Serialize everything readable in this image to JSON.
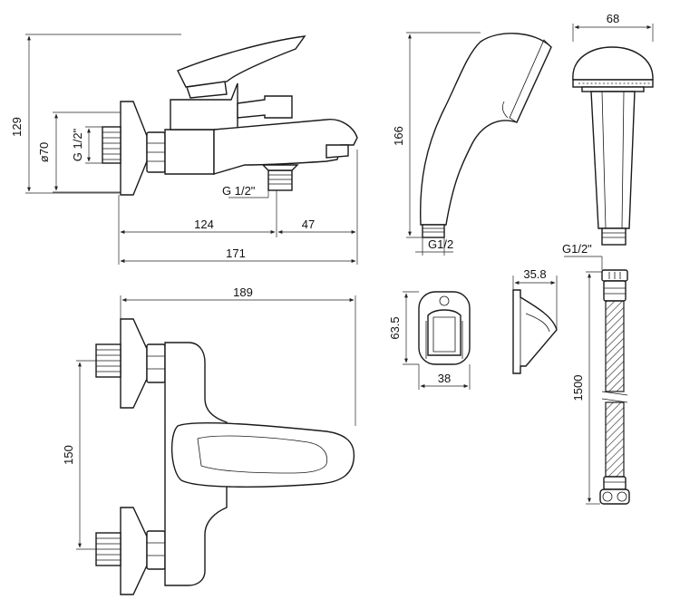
{
  "dimensions": {
    "height_129": "129",
    "dia_70": "ø70",
    "thread_wall": "G 1/2\"",
    "thread_outlet": "G 1/2\"",
    "len_124": "124",
    "len_47": "47",
    "len_171": "171",
    "len_189": "189",
    "len_150": "150",
    "hand_166": "166",
    "hand_thread": "G1/2",
    "head_68": "68",
    "hose_thread": "G1/2\"",
    "holder_63_5": "63.5",
    "holder_38": "38",
    "holder_35_8": "35.8",
    "hose_1500": "1500"
  }
}
